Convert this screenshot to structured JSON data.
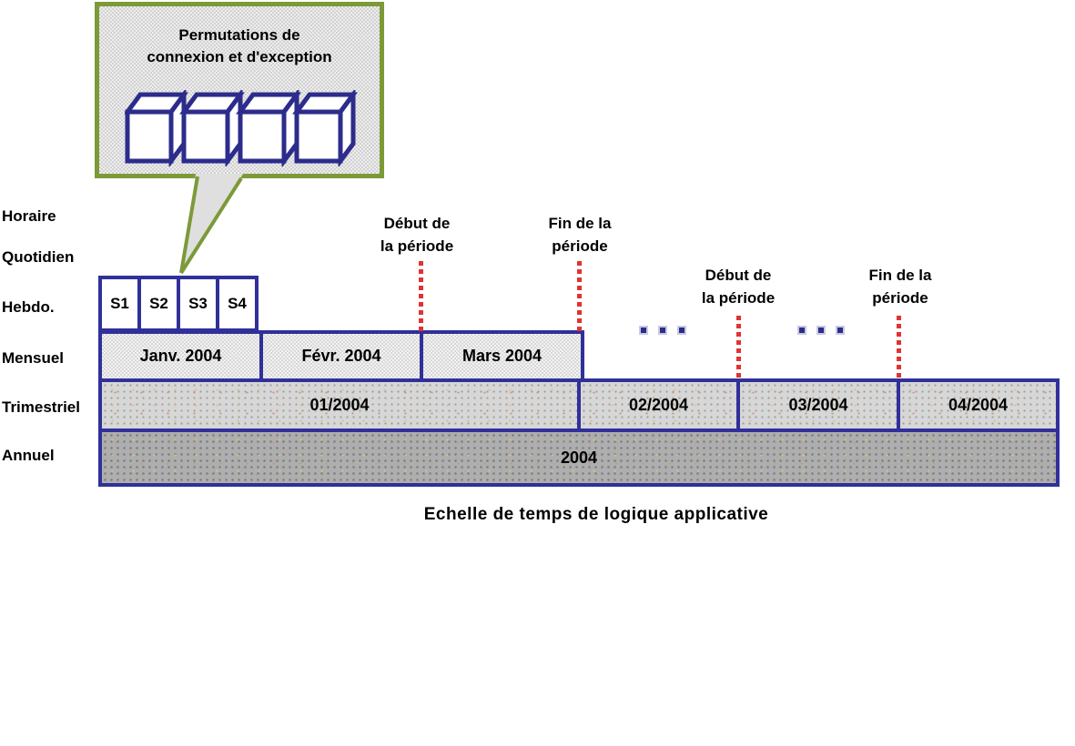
{
  "diagram": {
    "caption": "Echelle de temps de logique applicative"
  },
  "callout": {
    "line1": "Permutations de",
    "line2": "connexion et d'exception",
    "icon": "stacked-3d-cubes"
  },
  "row_labels": {
    "horaire": "Horaire",
    "quotidien": "Quotidien",
    "hebdo": "Hebdo.",
    "mensuel": "Mensuel",
    "trimestriel": "Trimestriel",
    "annuel": "Annuel"
  },
  "timeline": {
    "weeks": [
      "S1",
      "S2",
      "S3",
      "S4"
    ],
    "months": [
      "Janv. 2004",
      "Févr. 2004",
      "Mars 2004"
    ],
    "quarters": [
      "01/2004",
      "02/2004",
      "03/2004",
      "04/2004"
    ],
    "year": "2004"
  },
  "markers": {
    "debut_line1": "Début de",
    "debut_line2": "la période",
    "fin_line1": "Fin de la",
    "fin_line2": "période",
    "ellipsis_icon": "three-dots"
  },
  "colors": {
    "border_navy": "#30309a",
    "callout_border": "#7c9a38",
    "marker_red": "#e03333",
    "quarter_fill": "#d7d7d7",
    "year_fill": "#aeaeae"
  }
}
